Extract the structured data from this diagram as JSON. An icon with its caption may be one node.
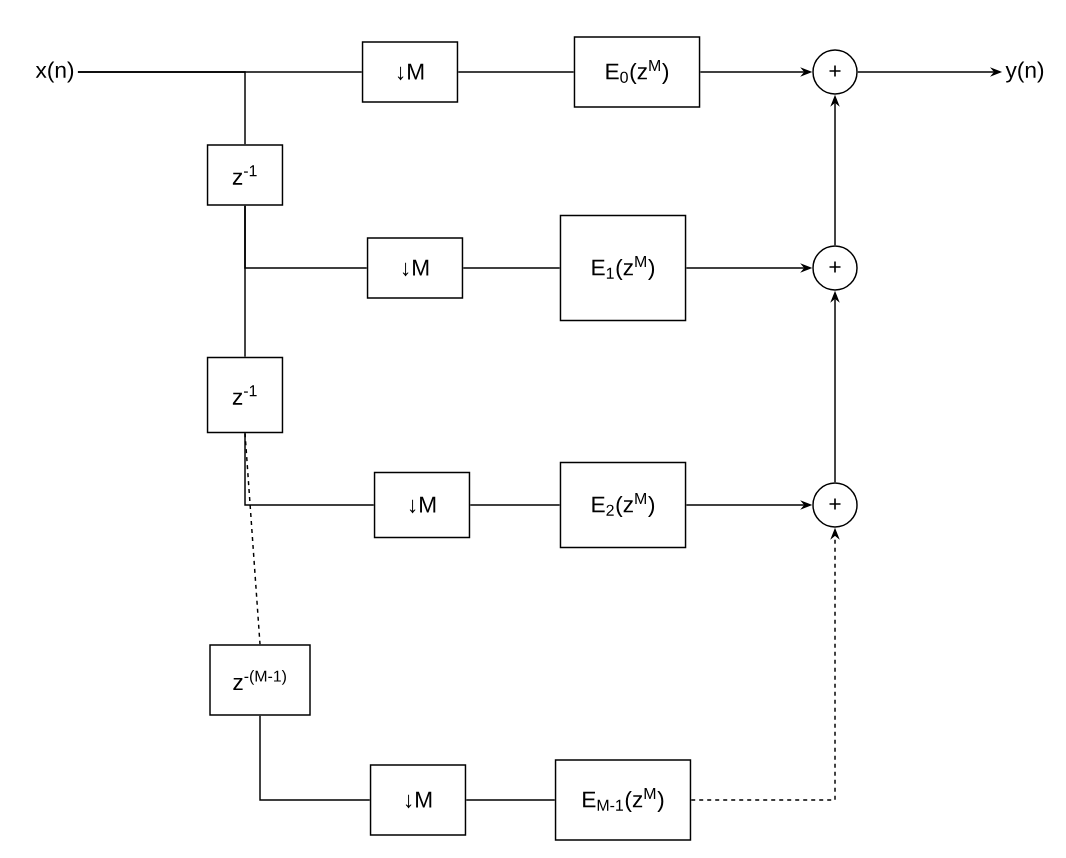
{
  "diagram": {
    "nodes": [
      {
        "text": [
          "x(n)"
        ]
      },
      {
        "text": [
          "z$^{-1}$"
        ]
      },
      {
        "text": [
          "↓M"
        ]
      },
      {
        "text": [
          "E$_{0}$(z$^{M}$)"
        ]
      },
      {
        "text": [
          "+"
        ]
      },
      {
        "text": [
          "y(n)"
        ]
      },
      {
        "text": [
          "z$^{-1}$"
        ]
      },
      {
        "text": [
          "↓M"
        ]
      },
      {
        "text": [
          "E$_{1}$(z$^{M}$)"
        ]
      },
      {
        "text": [
          "+"
        ]
      },
      {
        "text": [
          "↓M"
        ]
      },
      {
        "text": [
          "E$_{2}$(z$^{M}$)"
        ]
      },
      {
        "text": [
          "+"
        ]
      },
      {
        "text": [
          "z$^{-(M-1)}$"
        ]
      },
      {
        "text": [
          "↓M"
        ]
      },
      {
        "text": [
          "E$_{M-1}$(z$^{M}$)"
        ]
      }
    ],
    "edges": [
      {
        "from": 0,
        "to": 2,
        "arrow": "none"
      },
      {
        "from": 0,
        "to": 1,
        "arrow": "none"
      },
      {
        "from": 2,
        "to": 3,
        "arrow": "none"
      },
      {
        "from": 3,
        "to": 4,
        "arrow": "to"
      },
      {
        "from": 4,
        "to": 5,
        "arrow": "to"
      },
      {
        "from": 1,
        "to": 7,
        "arrow": "none"
      },
      {
        "from": 1,
        "to": 6,
        "arrow": "none"
      },
      {
        "from": 7,
        "to": 8,
        "arrow": "none"
      },
      {
        "from": 8,
        "to": 9,
        "arrow": "to"
      },
      {
        "from": 9,
        "to": 4,
        "arrow": "to"
      },
      {
        "from": 6,
        "to": 10,
        "arrow": "none"
      },
      {
        "from": 6,
        "to": 13,
        "arrow": "none",
        "style": "dashed"
      },
      {
        "from": 10,
        "to": 11,
        "arrow": "none"
      },
      {
        "from": 11,
        "to": 12,
        "arrow": "to"
      },
      {
        "from": 12,
        "to": 9,
        "arrow": "to"
      },
      {
        "from": 13,
        "to": 14,
        "arrow": "none"
      },
      {
        "from": 14,
        "to": 15,
        "arrow": "none"
      },
      {
        "from": 15,
        "to": 12,
        "arrow": "to",
        "style": "dashed"
      }
    ]
  }
}
